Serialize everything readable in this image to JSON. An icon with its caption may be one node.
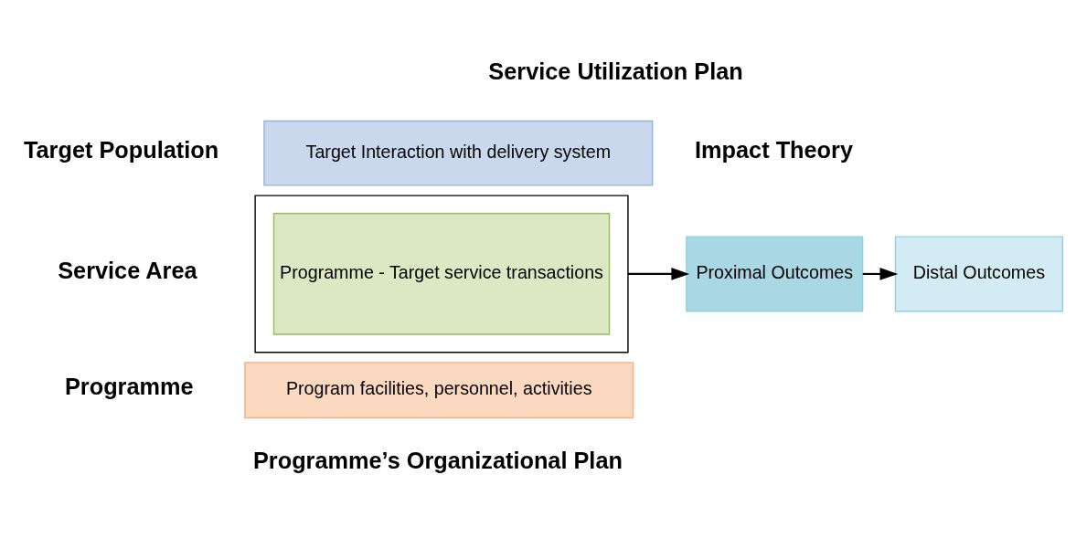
{
  "diagram": {
    "nodes": [
      {
        "text": [
          "Target Interaction with delivery system"
        ]
      },
      {
        "text": [],
        "shape": "box"
      },
      {
        "text": [
          "Programme - Target service transactions"
        ],
        "in": 1
      },
      {
        "text": [
          "Program facilities, personnel, activities"
        ]
      },
      {
        "text": [
          "Proximal Outcomes"
        ]
      },
      {
        "text": [
          "Distal Outcomes"
        ]
      }
    ],
    "edges": [
      {
        "from": 1,
        "to": 4,
        "arrow": "to"
      },
      {
        "from": 4,
        "to": 5,
        "arrow": "to"
      }
    ],
    "labels": [
      "Service Utilization Plan",
      "Target Population",
      "Impact Theory",
      "Service Area",
      "Programme",
      "Programme’s Organizational Plan"
    ]
  }
}
